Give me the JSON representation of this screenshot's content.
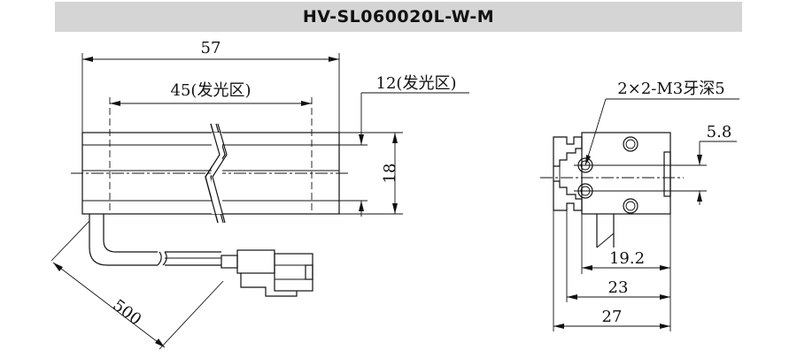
{
  "title": "HV-SL060020L-W-M",
  "dimensions": {
    "overall_length": "57",
    "light_area_length": "45(发光区)",
    "light_area_width": "12(发光区)",
    "height": "18",
    "cable_length": "500",
    "thread_spec": "2×2-M3牙深5",
    "hole_offset": "5.8",
    "depth_19_2": "19.2",
    "depth_23": "23",
    "depth_27": "27"
  }
}
